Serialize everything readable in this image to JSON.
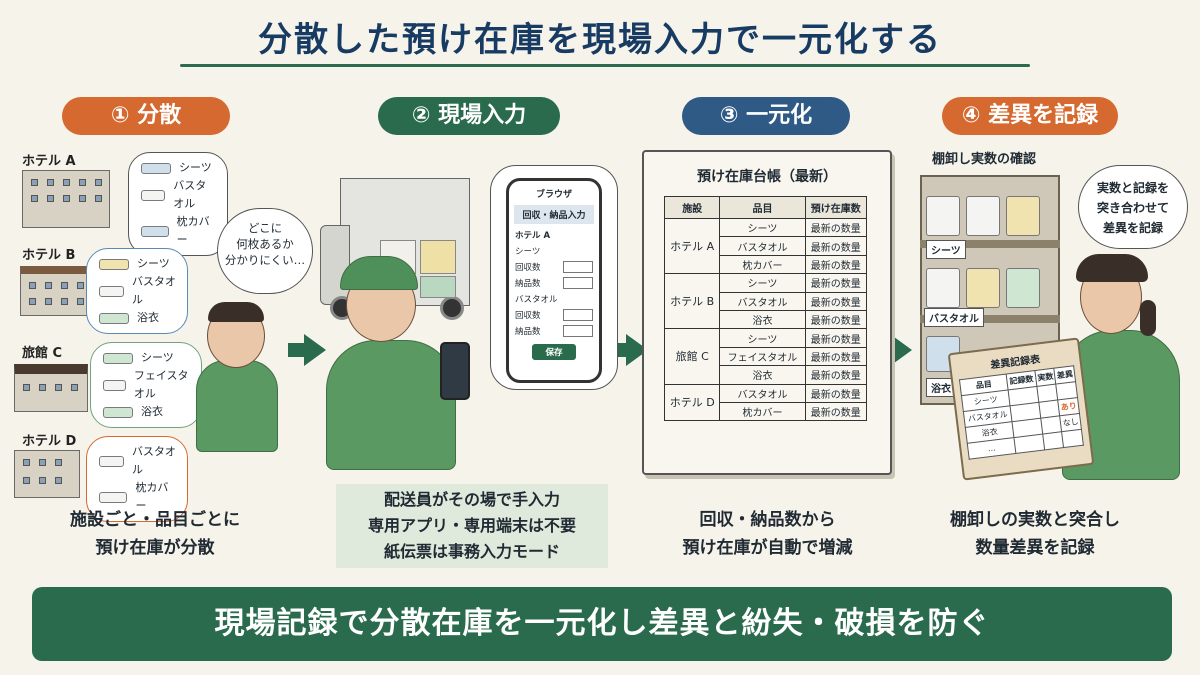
{
  "title": "分散した預け在庫を現場入力で一元化する",
  "steps": [
    {
      "label": "① 分散"
    },
    {
      "label": "② 現場入力"
    },
    {
      "label": "③ 一元化"
    },
    {
      "label": "④ 差異を記録"
    }
  ],
  "step1": {
    "facilities": [
      {
        "name": "ホテル A",
        "items": [
          "シーツ",
          "バスタオル",
          "枕カバー"
        ]
      },
      {
        "name": "ホテル B",
        "items": [
          "シーツ",
          "バスタオル",
          "浴衣"
        ]
      },
      {
        "name": "旅館 C",
        "items": [
          "シーツ",
          "フェイスタオル",
          "浴衣"
        ]
      },
      {
        "name": "ホテル D",
        "items": [
          "バスタオル",
          "枕カバー"
        ]
      }
    ],
    "thought": [
      "どこに",
      "何枚あるか",
      "分かりにくい…"
    ],
    "caption": [
      "施設ごと・品目ごとに",
      "預け在庫が分散"
    ]
  },
  "step2": {
    "phone": {
      "title": "ブラウザ",
      "header": "回収・納品入力",
      "facility": "ホテル A",
      "item1": "シーツ",
      "item2": "バスタオル",
      "field_collect": "回収数",
      "field_deliver": "納品数",
      "save": "保存"
    },
    "note": [
      "配送員がその場で手入力",
      "専用アプリ・専用端末は不要",
      "紙伝票は事務入力モード"
    ]
  },
  "step3": {
    "book_title": "預け在庫台帳（最新）",
    "headers": [
      "施設",
      "品目",
      "預け在庫数"
    ],
    "groups": [
      {
        "facility": "ホテル A",
        "items": [
          "シーツ",
          "バスタオル",
          "枕カバー"
        ]
      },
      {
        "facility": "ホテル B",
        "items": [
          "シーツ",
          "バスタオル",
          "浴衣"
        ]
      },
      {
        "facility": "旅館 C",
        "items": [
          "シーツ",
          "フェイスタオル",
          "浴衣"
        ]
      },
      {
        "facility": "ホテル D",
        "items": [
          "バスタオル",
          "枕カバー"
        ]
      }
    ],
    "value": "最新の数量",
    "caption": [
      "回収・納品数から",
      "預け在庫が自動で増減"
    ]
  },
  "step4": {
    "shelf_title": "棚卸し実数の確認",
    "shelf_tags": [
      "シーツ",
      "バスタオル",
      "浴衣"
    ],
    "thought": [
      "実数と記録を",
      "突き合わせて",
      "差異を記録"
    ],
    "board_title": "差異記録表",
    "board_headers": [
      "品目",
      "記録数",
      "実数",
      "差異"
    ],
    "board_rows": [
      {
        "item": "シーツ",
        "diff": ""
      },
      {
        "item": "バスタオル",
        "diff": "あり"
      },
      {
        "item": "浴衣",
        "diff": "なし"
      },
      {
        "item": "…",
        "diff": ""
      }
    ],
    "caption": [
      "棚卸しの実数と突合し",
      "数量差異を記録"
    ]
  },
  "banner": "現場記録で分散在庫を一元化し差異と紛失・破損を防ぐ",
  "colors": {
    "orange": "#d5692f",
    "green": "#2a6b4d",
    "blue": "#2f5a86",
    "navy": "#173b63"
  }
}
